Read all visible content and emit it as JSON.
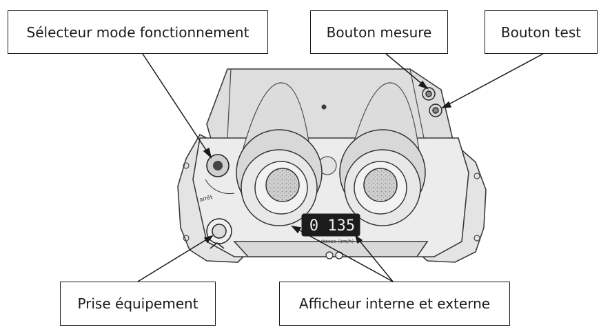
{
  "labels": {
    "selector": "Sélecteur mode fonctionnement",
    "measure_button": "Bouton mesure",
    "test_button": "Bouton test",
    "socket": "Prise équipement",
    "display": "Afficheur interne et externe"
  },
  "device": {
    "selector_text": "arrêt",
    "display_value": "0 135",
    "display_caption": "vitesse (km/h)"
  }
}
